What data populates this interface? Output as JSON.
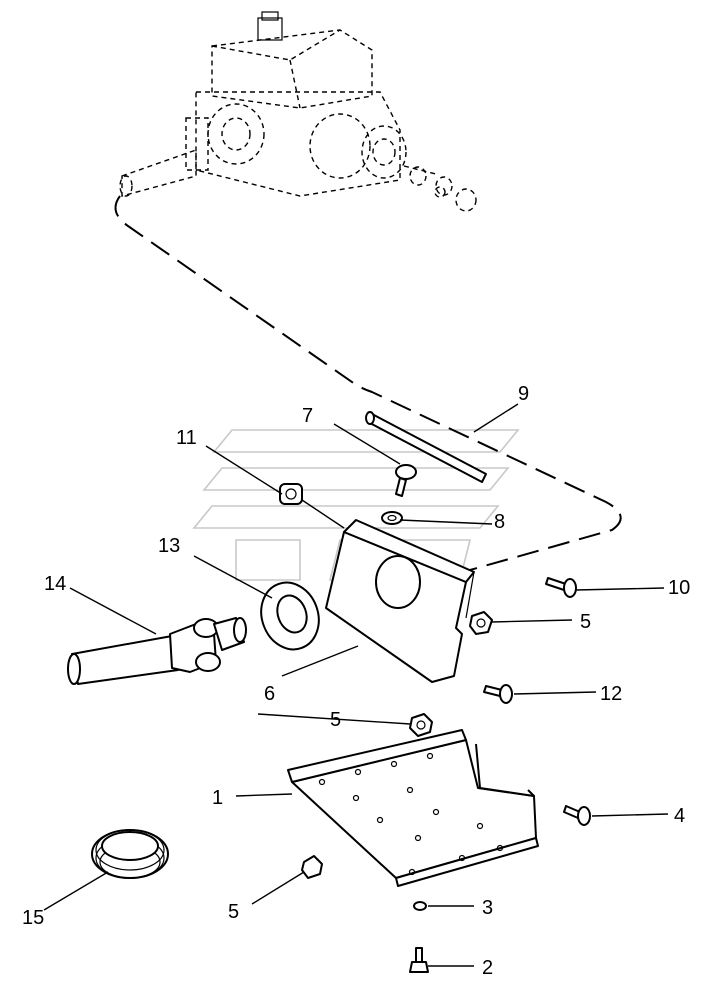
{
  "callouts": [
    {
      "id": "c1",
      "text": "1"
    },
    {
      "id": "c2",
      "text": "2"
    },
    {
      "id": "c3",
      "text": "3"
    },
    {
      "id": "c4",
      "text": "4"
    },
    {
      "id": "c5a",
      "text": "5"
    },
    {
      "id": "c5b",
      "text": "5"
    },
    {
      "id": "c5c",
      "text": "5"
    },
    {
      "id": "c6",
      "text": "6"
    },
    {
      "id": "c7",
      "text": "7"
    },
    {
      "id": "c8",
      "text": "8"
    },
    {
      "id": "c9",
      "text": "9"
    },
    {
      "id": "c10",
      "text": "10"
    },
    {
      "id": "c11",
      "text": "11"
    },
    {
      "id": "c12",
      "text": "12"
    },
    {
      "id": "c13",
      "text": "13"
    },
    {
      "id": "c14",
      "text": "14"
    },
    {
      "id": "c15",
      "text": "15"
    }
  ]
}
